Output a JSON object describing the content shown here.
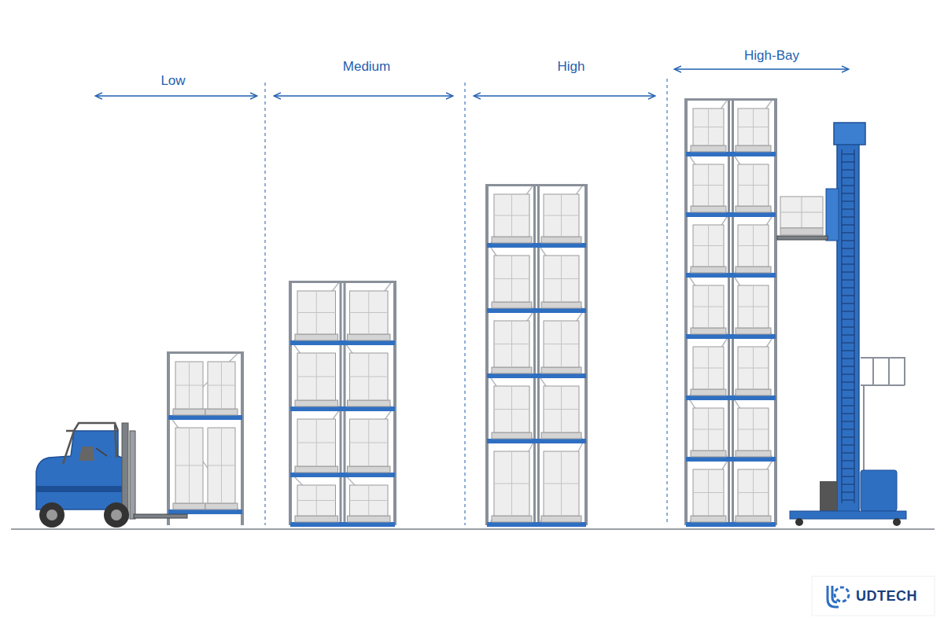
{
  "diagram": {
    "labels": [
      "Low",
      "Medium",
      "High",
      "High-Bay",
      "UDTECH"
    ]
  }
}
